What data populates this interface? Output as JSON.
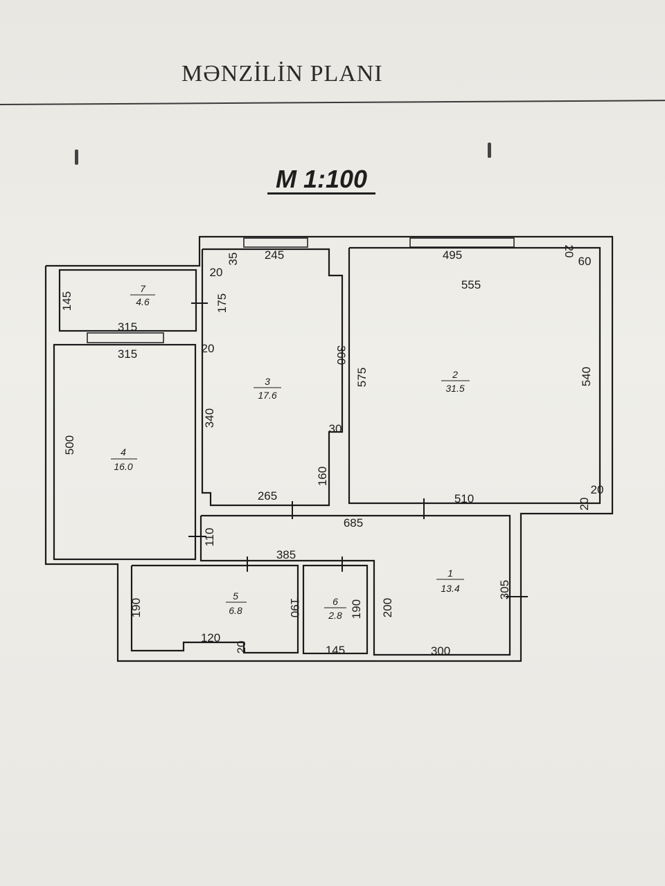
{
  "header": {
    "title": "MƏNZİLİN PLANI",
    "scale": "M 1:100"
  },
  "rooms": [
    {
      "id": "1",
      "area": "13.4"
    },
    {
      "id": "2",
      "area": "31.5"
    },
    {
      "id": "3",
      "area": "17.6"
    },
    {
      "id": "4",
      "area": "16.0"
    },
    {
      "id": "5",
      "area": "6.8"
    },
    {
      "id": "6",
      "area": "2.8"
    },
    {
      "id": "7",
      "area": "4.6"
    }
  ],
  "dimensions": {
    "r7_left": "145",
    "r7_bottom": "315",
    "r4_top": "315",
    "r4_left": "500",
    "r3_top": "245",
    "r3_tl": "35",
    "r3_corner": "20",
    "r3_side": "175",
    "r3_mid": "20",
    "r3_right": "360",
    "r3_notch": "30",
    "r3_left": "340",
    "r3_lower": "160",
    "r3_bottom": "265",
    "r2_top": "495",
    "r2_inner": "555",
    "r2_corner_tr": "20",
    "r2_60": "60",
    "r2_left": "575",
    "r2_right": "540",
    "r2_bottom": "510",
    "r2_br1": "20",
    "r2_br2": "20",
    "hall_top": "685",
    "hall_left": "110",
    "hall_mid": "385",
    "r5_left": "190",
    "r5_right": "190",
    "r5_bottom": "120",
    "r5_small": "20",
    "r6_right": "190",
    "r6_bottom": "145",
    "r1_left": "200",
    "r1_right": "305",
    "r1_bottom": "300"
  }
}
